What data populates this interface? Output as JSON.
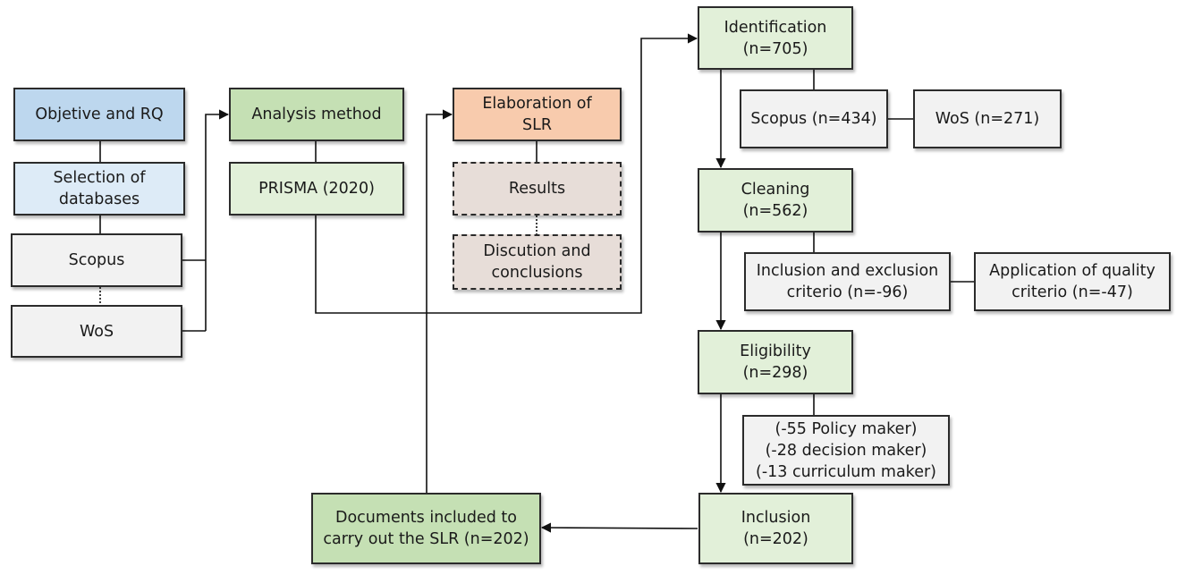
{
  "nodes": {
    "objective": "Objetive and RQ",
    "selection": "Selection of\ndatabases",
    "scopus_left": "Scopus",
    "wos_left": "WoS",
    "analysis": "Analysis method",
    "prisma": "PRISMA (2020)",
    "elaboration": "Elaboration of\nSLR",
    "results": "Results",
    "discussion": "Discution and\nconclusions",
    "identification": "Identification\n(n=705)",
    "scopus_n": "Scopus (n=434)",
    "wos_n": "WoS (n=271)",
    "cleaning": "Cleaning\n(n=562)",
    "inclusion_exclusion": "Inclusion and exclusion\ncriterio (n=-96)",
    "quality": "Application of quality\ncriterio (n=-47)",
    "eligibility": "Eligibility\n(n=298)",
    "exclusions": "(-55 Policy maker)\n(-28 decision maker)\n(-13 curriculum maker)",
    "inclusion": "Inclusion\n(n=202)",
    "documents": "Documents included to\ncarry out the SLR (n=202)"
  },
  "colors": {
    "blue": "#bdd7ee",
    "light_blue": "#ddebf7",
    "gray": "#f2f2f2",
    "green": "#c5e0b4",
    "light_green": "#e2f0d9",
    "orange": "#f8cbad",
    "rose": "#e7ddd8"
  }
}
